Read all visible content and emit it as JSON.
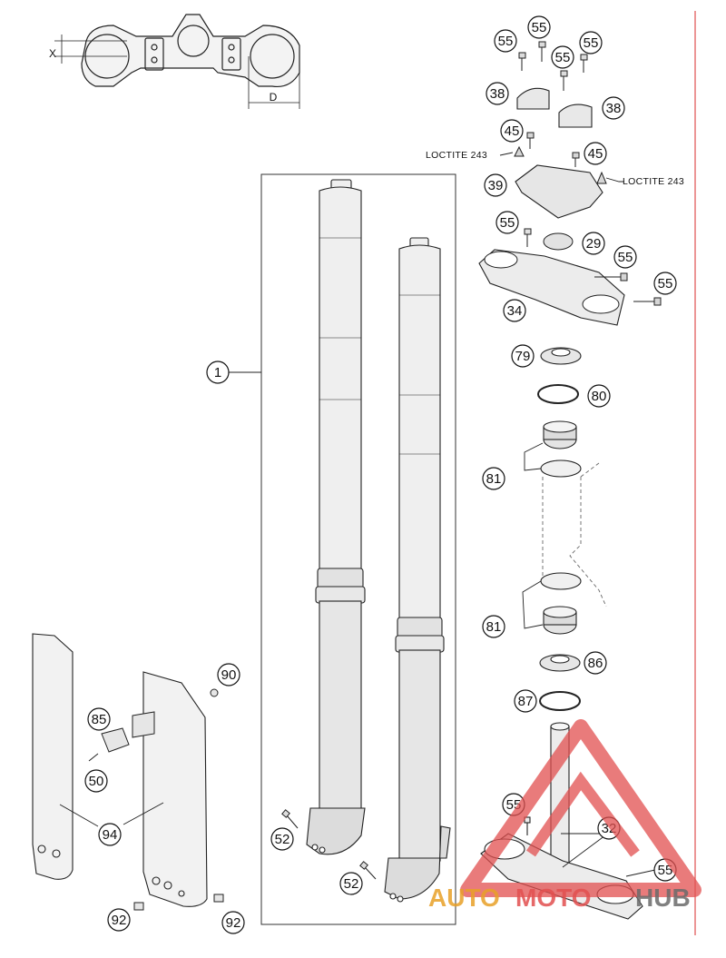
{
  "callouts": {
    "c1": "1",
    "c29": "29",
    "c32": "32",
    "c34": "34",
    "c38": "38",
    "c39": "39",
    "c45": "45",
    "c50": "50",
    "c52": "52",
    "c55": "55",
    "c79": "79",
    "c80": "80",
    "c81": "81",
    "c85": "85",
    "c86": "86",
    "c87": "87",
    "c90": "90",
    "c92": "92",
    "c94": "94"
  },
  "notes": {
    "loctite": "LOCTITE 243"
  },
  "dimensions": {
    "x": "X",
    "d": "D"
  },
  "watermark": {
    "auto": "AUTO",
    "moto": "MOTO",
    "hub": "HUB"
  },
  "colors": {
    "line": "#222222",
    "part_fill": "#ececec",
    "part_shade": "#d2d2d2",
    "margin_rule": "#e05050",
    "watermark_red": "#e25050",
    "watermark_gold": "#e8a028",
    "watermark_gray": "#6b6b6b"
  }
}
